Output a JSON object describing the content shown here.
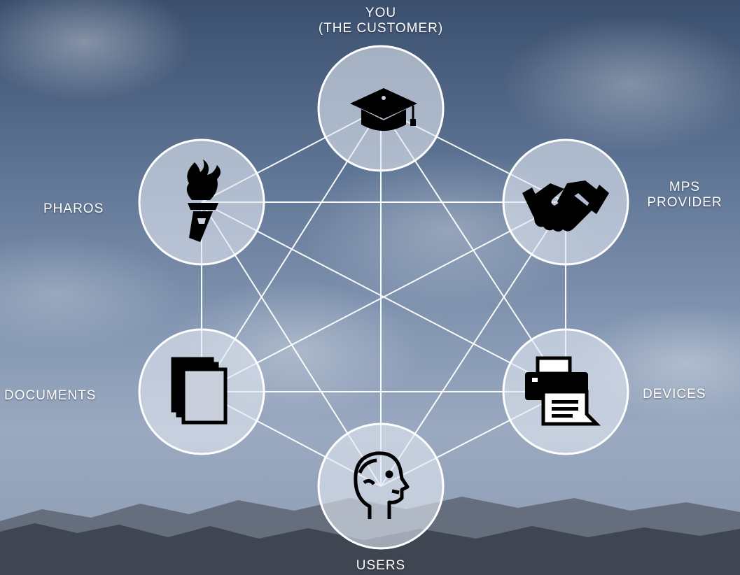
{
  "nodes": {
    "customer": {
      "label_line1": "YOU",
      "label_line2": "(THE CUSTOMER)",
      "icon": "graduation-cap-icon"
    },
    "mps_provider": {
      "label_line1": "MPS",
      "label_line2": "PROVIDER",
      "icon": "handshake-icon"
    },
    "devices": {
      "label": "DEVICES",
      "icon": "printer-icon"
    },
    "users": {
      "label": "USERS",
      "icon": "user-head-icon"
    },
    "documents": {
      "label": "DOCUMENTS",
      "icon": "documents-icon"
    },
    "pharos": {
      "label": "PHAROS",
      "icon": "torch-icon"
    }
  },
  "edges": "fully-connected"
}
